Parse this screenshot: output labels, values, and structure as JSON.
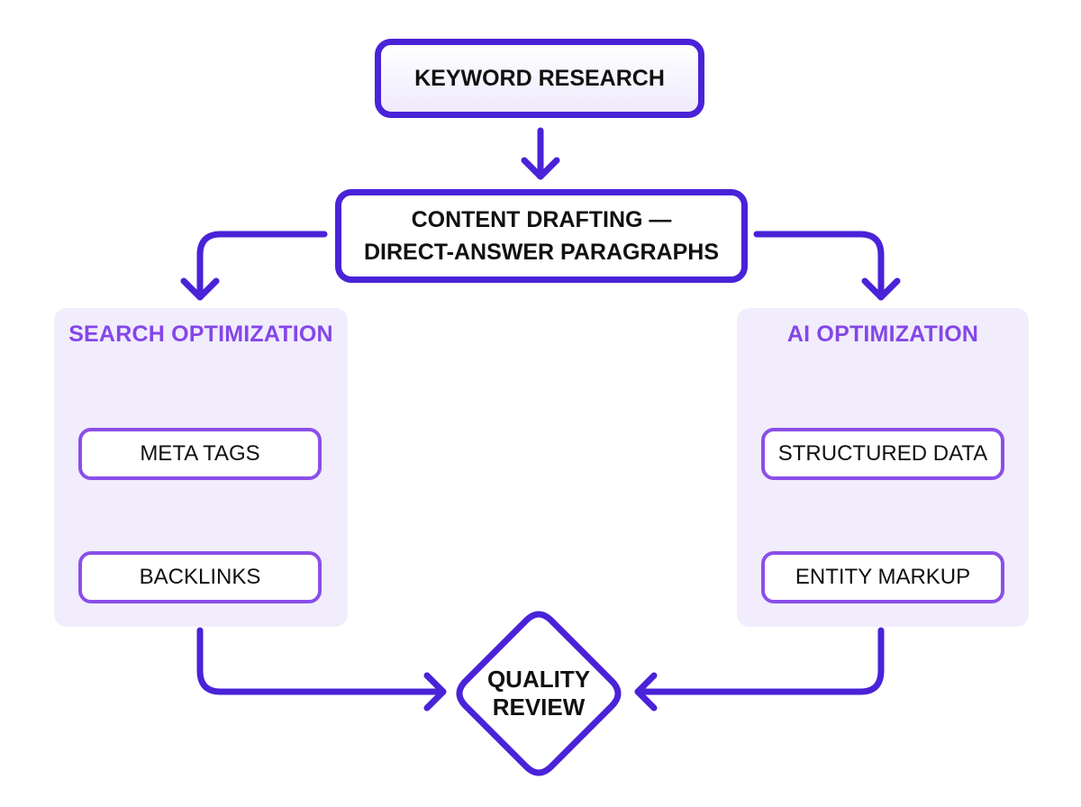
{
  "nodes": {
    "keyword_research": "KEYWORD RESEARCH",
    "content_drafting_line1": "CONTENT DRAFTING —",
    "content_drafting_line2": "DIRECT-ANSWER PARAGRAPHS",
    "quality_review_line1": "QUALITY",
    "quality_review_line2": "REVIEW"
  },
  "search_panel": {
    "title": "SEARCH OPTIMIZATION",
    "steps": [
      "META TAGS",
      "BACKLINKS"
    ]
  },
  "ai_panel": {
    "title": "AI OPTIMIZATION",
    "steps": [
      "STRUCTURED DATA",
      "ENTITY MARKUP"
    ]
  },
  "colors": {
    "primary": "#4a22d8",
    "secondary": "#8a4fe8",
    "panel_bg": "#f1edfc",
    "panel_title": "#8546e8"
  }
}
